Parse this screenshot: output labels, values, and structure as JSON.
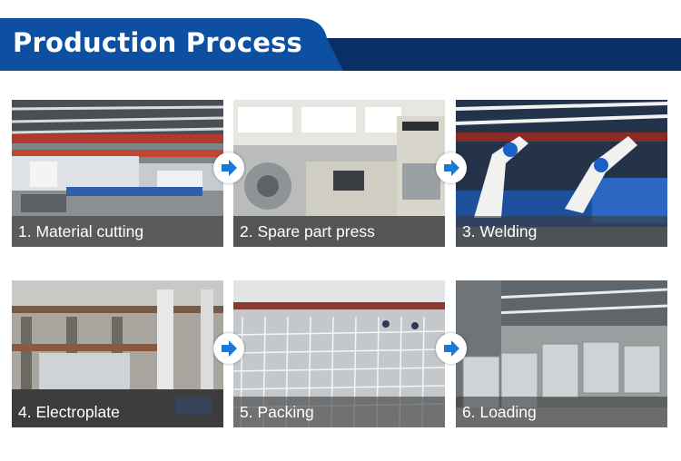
{
  "header": {
    "title": "Production Process",
    "colors": {
      "primary": "#0d4fa0",
      "dark": "#0a2f66",
      "text": "#ffffff"
    }
  },
  "steps": [
    {
      "label": "1. Material cutting",
      "scene": "factory-cutting-line"
    },
    {
      "label": "2. Spare part press",
      "scene": "stamping-press"
    },
    {
      "label": "3. Welding",
      "scene": "welding-robots"
    },
    {
      "label": "4. Electroplate",
      "scene": "electroplating-line"
    },
    {
      "label": "5. Packing",
      "scene": "wire-cages-stacked"
    },
    {
      "label": "6. Loading",
      "scene": "warehouse-loading"
    }
  ],
  "arrow_icon": "arrow-right-icon",
  "colors": {
    "arrow": "#1a78d6",
    "caption_bg": "#3c3c3c"
  }
}
